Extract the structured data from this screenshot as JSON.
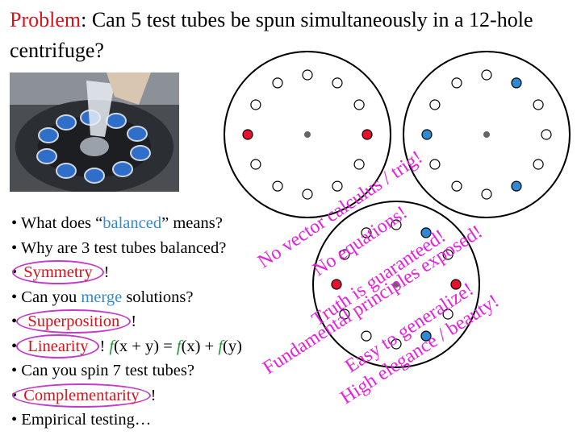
{
  "title": {
    "keyword": "Problem",
    "text": ": Can 5 test tubes be spun simultaneously in a 12-hole centrifuge?"
  },
  "photo": {
    "description_icon": "centrifuge-photo-icon"
  },
  "bullets": [
    {
      "parts": [
        {
          "t": "• What does “",
          "c": ""
        },
        {
          "t": "balanced",
          "c": "blue"
        },
        {
          "t": "” means?",
          "c": ""
        }
      ]
    },
    {
      "parts": [
        {
          "t": "• Why are 3 test tubes balanced?",
          "c": ""
        }
      ]
    },
    {
      "parts": [
        {
          "t": "•",
          "c": ""
        },
        {
          "t": "Symmetry",
          "c": "red",
          "circled": true
        },
        {
          "t": "!",
          "c": ""
        }
      ]
    },
    {
      "parts": [
        {
          "t": "• Can you ",
          "c": ""
        },
        {
          "t": "merge",
          "c": "blue"
        },
        {
          "t": " solutions?",
          "c": ""
        }
      ]
    },
    {
      "parts": [
        {
          "t": "• ",
          "c": ""
        },
        {
          "t": "Superposition",
          "c": "red",
          "circled": true
        },
        {
          "t": "!",
          "c": ""
        }
      ]
    },
    {
      "parts": [
        {
          "t": "• ",
          "c": ""
        },
        {
          "t": "Linearity",
          "c": "red",
          "circled": true
        },
        {
          "t": "!  ",
          "c": ""
        },
        {
          "t": "f",
          "c": "green"
        },
        {
          "t": "(x + y) = ",
          "c": ""
        },
        {
          "t": "f",
          "c": "green"
        },
        {
          "t": "(x) + ",
          "c": ""
        },
        {
          "t": "f",
          "c": "green"
        },
        {
          "t": "(y)",
          "c": ""
        }
      ]
    },
    {
      "parts": [
        {
          "t": "• Can you spin 7 test tubes?",
          "c": ""
        }
      ]
    },
    {
      "parts": [
        {
          "t": "•",
          "c": ""
        },
        {
          "t": "Complementarity",
          "c": "red",
          "circled": true
        },
        {
          "t": "!",
          "c": ""
        }
      ]
    },
    {
      "parts": [
        {
          "t": "• Empirical testing…",
          "c": ""
        }
      ]
    }
  ],
  "overlays": [
    "No vector calculus / trig!",
    "No equations!",
    "Truth is guaranteed!",
    "Fundamental principles exposed!",
    "Easy to generalize!",
    "High elegance / beauty!"
  ],
  "centrifuges": [
    {
      "name": "centrifuge-1",
      "filled": {
        "3": "red",
        "9": "red"
      }
    },
    {
      "name": "centrifuge-2",
      "filled": {
        "1": "blue",
        "5": "blue",
        "9": "blue"
      }
    },
    {
      "name": "centrifuge-3",
      "filled": {
        "1": "blue",
        "3": "red",
        "5": "blue",
        "9": "red"
      }
    }
  ],
  "colors": {
    "red": "#e8112d",
    "blue": "#2f8ad6",
    "magenta": "#e81ee0",
    "title_red": "#d9111b"
  }
}
